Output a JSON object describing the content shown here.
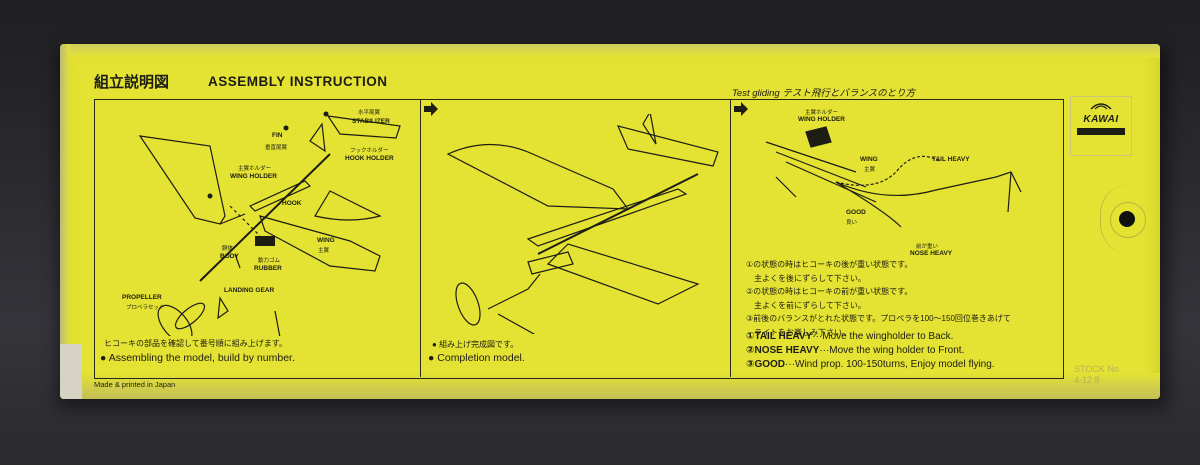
{
  "header": {
    "title_ja": "組立説明図",
    "title_en": "ASSEMBLY INSTRUCTION",
    "test_gliding": "Test gliding テスト飛行とバランスのとり方"
  },
  "brand": {
    "logo_text": "KAWAI",
    "stock": "STOCK No.\n4-12 8"
  },
  "panel1": {
    "labels": {
      "fin_ja": "垂直尾翼",
      "fin": "FIN",
      "stabilizer_ja": "水平尾翼",
      "stabilizer": "STABILIZER",
      "hook_holder_ja": "フックホルダー",
      "hook_holder": "HOOK HOLDER",
      "wing_holder_ja": "主翼ホルダー",
      "wing_holder": "WING HOLDER",
      "hook": "HOOK",
      "body_ja": "胴体",
      "body": "BODY",
      "rubber_ja": "動力ゴム",
      "rubber": "RUBBER",
      "wing": "WING",
      "wing_ja": "主翼",
      "landing_gear": "LANDING GEAR",
      "propeller": "PROPELLER",
      "propeller_ja": "プロペラセット"
    },
    "caption_ja": "ヒコーキの部品を確認して番号順に組み上げます。",
    "caption_en": "Assembling the model, build by number."
  },
  "panel2": {
    "caption_ja": "組み上げ完成図です。",
    "caption_en": "Completion model."
  },
  "panel3": {
    "labels": {
      "wing_holder_ja": "主翼ホルダー",
      "wing_holder": "WING HOLDER",
      "wing": "WING",
      "wing_ja": "主翼",
      "tail_heavy": "TAIL HEAVY",
      "good": "GOOD",
      "good_ja": "良い",
      "nose_heavy": "NOSE HEAVY",
      "nose_heavy_ja": "前が重い"
    },
    "notes_ja": [
      "①の状態の時はヒコーキの後が重い状態です。",
      "　主よくを後にずらして下さい。",
      "②の状態の時はヒコーキの前が重い状態です。",
      "　主よくを前にずらして下さい。",
      "③前後のバランスがとれた状態です。プロペラを100〜150回位巻きあげて",
      "　ライトをお楽しみ下さい。"
    ],
    "notes_en": [
      {
        "title": "①TAIL HEAVY",
        "text": "···Move the wingholder to Back."
      },
      {
        "title": "②NOSE HEAVY",
        "text": "···Move the wing holder to Front."
      },
      {
        "title": "③GOOD",
        "text": "···Wind prop. 100-150turns, Enjoy model flying."
      }
    ]
  },
  "footer": {
    "made_in": "Made & printed in Japan"
  },
  "colors": {
    "box_yellow": "#e4e232",
    "ink": "#1d1d14",
    "table": "#2a2a2c"
  }
}
